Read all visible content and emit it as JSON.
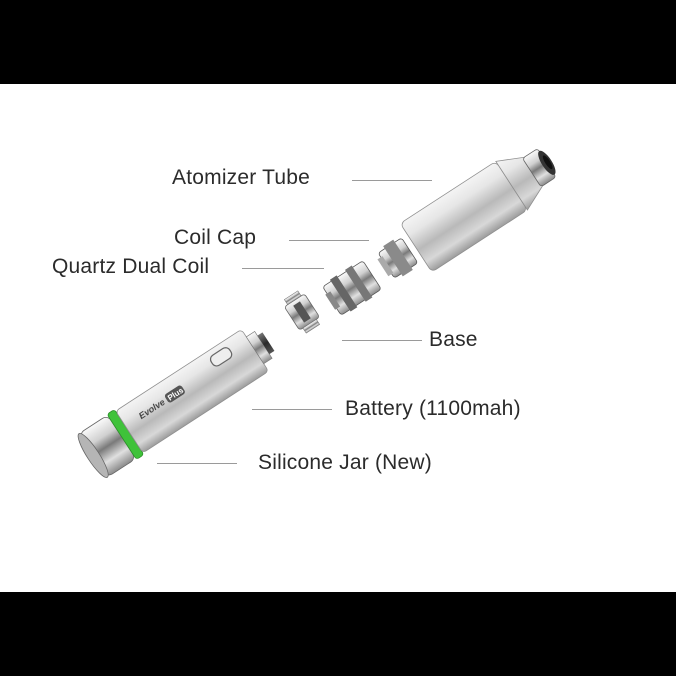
{
  "labels": {
    "atomizer_tube": "Atomizer Tube",
    "coil_cap": "Coil Cap",
    "quartz_dual_coil": "Quartz Dual Coil",
    "base": "Base",
    "battery": "Battery (1100mah)",
    "silicone_jar": "Silicone Jar (New)"
  },
  "battery_branding": {
    "brand": "Evolve",
    "model": "Plus"
  },
  "colors": {
    "background_band": "#000000",
    "panel": "#ffffff",
    "silicone_ring": "#3fc23a",
    "metal": "#c9c9c9"
  }
}
